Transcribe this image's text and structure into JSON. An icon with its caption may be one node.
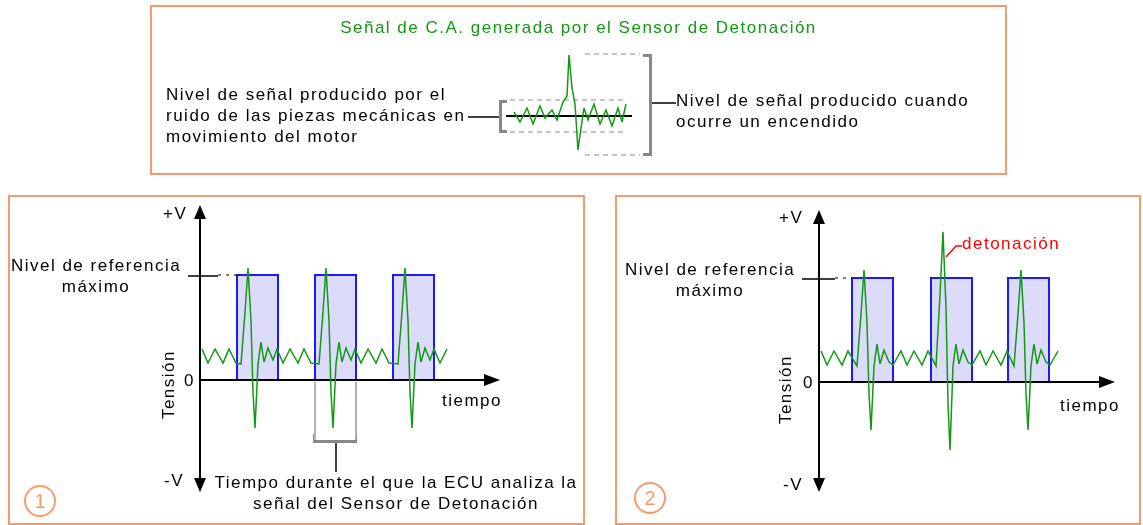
{
  "diagram": {
    "nodes": [
      {
        "text": [
          "Señal de C.A. generada por el Sensor de Detonación"
        ]
      },
      {
        "text": [
          "Nivel de señal producido por el ruido de las piezas mecánicas en movimiento del motor"
        ],
        "in": 0
      },
      {
        "text": [],
        "shape": "bracket",
        "in": 0
      },
      {
        "text": [
          "Nivel de señal producido cuando ocurre un encendido"
        ],
        "in": 0
      },
      {
        "text": [],
        "shape": "bracket",
        "in": 0
      },
      {
        "text": [
          "1"
        ]
      },
      {
        "text": [
          "Nivel de referencia máximo"
        ],
        "in": 5
      },
      {
        "text": [
          "Tiempo durante el que la ECU analiza la señal del Sensor de Detonación"
        ],
        "in": 5
      },
      {
        "text": [],
        "shape": "bracket",
        "in": 5
      },
      {
        "text": [
          "2"
        ]
      },
      {
        "text": [
          "Nivel de referencia máximo"
        ],
        "in": 9
      },
      {
        "text": [
          "detonación"
        ],
        "in": 9
      }
    ],
    "edges": [
      {
        "from": 1,
        "to": 2,
        "arrow": "none"
      },
      {
        "from": 3,
        "to": 4,
        "arrow": "none"
      },
      {
        "from": 6,
        "to": null,
        "arrow": "none"
      },
      {
        "from": 7,
        "to": 8,
        "arrow": "none"
      },
      {
        "from": 10,
        "to": null,
        "arrow": "none"
      },
      {
        "from": 11,
        "to": null,
        "arrow": "none",
        "color": "#ff0000"
      }
    ],
    "labels": [
      "+V",
      "Tensión",
      "0",
      "tiempo",
      "-V",
      "+V",
      "Tensión",
      "0",
      "tiempo",
      "-V"
    ]
  }
}
